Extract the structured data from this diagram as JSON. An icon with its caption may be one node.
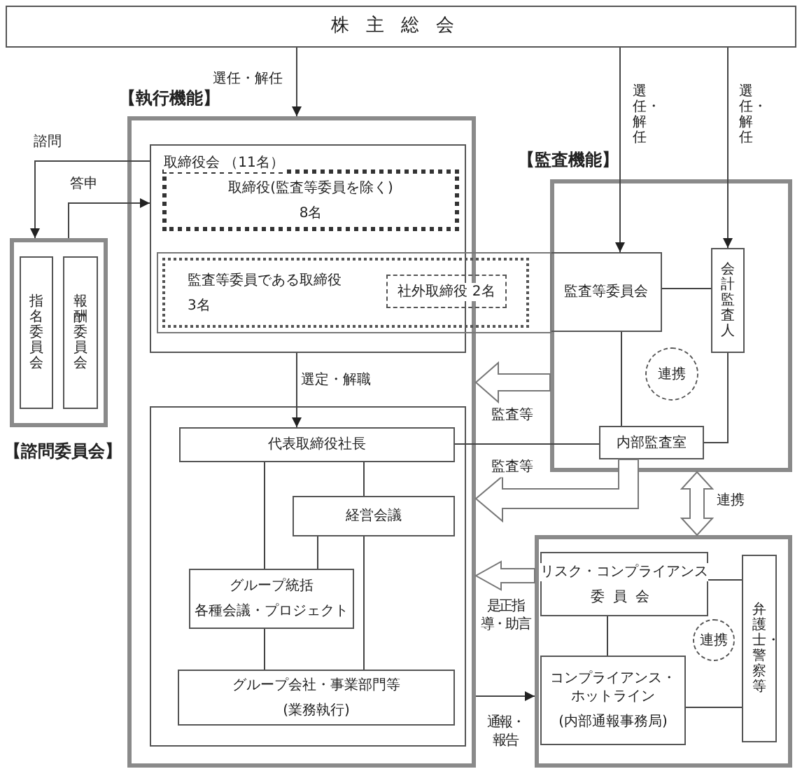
{
  "diagram": {
    "nodes": [
      {
        "text": [
          "株主総会"
        ]
      },
      {
        "text": [
          "【執行機能】"
        ]
      },
      {
        "text": [
          "取締役会 （11名）"
        ],
        "in": 1
      },
      {
        "text": [
          "取締役(監査等委員を除く)",
          "8名"
        ],
        "in": 2
      },
      {
        "text": [
          "監査等委員である取締役",
          "3名"
        ]
      },
      {
        "text": [
          "社外取締役 2名"
        ],
        "in": 4
      },
      {
        "text": [
          "【諮問委員会】"
        ]
      },
      {
        "text": [
          "指名委員会"
        ],
        "in": 6
      },
      {
        "text": [
          "報酬委員会"
        ],
        "in": 6
      },
      {
        "text": [],
        "shape": "box",
        "in": 1
      },
      {
        "text": [
          "代表取締役社長"
        ],
        "in": 9
      },
      {
        "text": [
          "経営会議"
        ],
        "in": 9
      },
      {
        "text": [
          "グループ統括",
          "各種会議・プロジェクト"
        ],
        "in": 9
      },
      {
        "text": [
          "グループ会社・事業部門等",
          "(業務執行)"
        ],
        "in": 9
      },
      {
        "text": [
          "【監査機能】"
        ]
      },
      {
        "text": [
          "監査等委員会"
        ],
        "in": 14
      },
      {
        "text": [
          "会計監査人"
        ],
        "in": 14
      },
      {
        "text": [
          "連携"
        ],
        "in": 14
      },
      {
        "text": [
          "内部監査室"
        ],
        "in": 14
      },
      {
        "text": [],
        "shape": "box"
      },
      {
        "text": [
          "リスク・コンプライアンス",
          "委員会"
        ],
        "in": 19
      },
      {
        "text": [
          "コンプライアンス・ホットライン",
          "(内部通報事務局)"
        ],
        "in": 19
      },
      {
        "text": [
          "連携"
        ],
        "in": 19
      },
      {
        "text": [
          "弁護士・警察等"
        ],
        "in": 19
      }
    ],
    "edges": [
      {
        "from": 0,
        "to": 1,
        "arrow": "to",
        "label": "選任・解任"
      },
      {
        "from": 0,
        "to": 15,
        "arrow": "to",
        "label": "選任・解任"
      },
      {
        "from": 0,
        "to": 16,
        "arrow": "to",
        "label": "選任・解任"
      },
      {
        "from": 2,
        "to": 6,
        "arrow": "to",
        "label": "諮問"
      },
      {
        "from": 6,
        "to": 2,
        "arrow": "to",
        "label": "答申"
      },
      {
        "from": 2,
        "to": 10,
        "arrow": "to",
        "label": "選定・解職"
      },
      {
        "from": 10,
        "to": 12,
        "arrow": "none"
      },
      {
        "from": 10,
        "to": 11,
        "arrow": "none"
      },
      {
        "from": 11,
        "to": 12,
        "arrow": "none"
      },
      {
        "from": 11,
        "to": 13,
        "arrow": "none"
      },
      {
        "from": 12,
        "to": 13,
        "arrow": "none"
      },
      {
        "from": 15,
        "to": 16,
        "arrow": "none"
      },
      {
        "from": 15,
        "to": 18,
        "arrow": "none"
      },
      {
        "from": 16,
        "to": 18,
        "arrow": "none"
      },
      {
        "from": 18,
        "to": 10,
        "arrow": "none"
      },
      {
        "from": 14,
        "to": 1,
        "arrow": "to",
        "style": "thick",
        "label": "監査等"
      },
      {
        "from": 18,
        "to": 1,
        "arrow": "to",
        "style": "thick",
        "label": "監査等"
      },
      {
        "from": 14,
        "to": 19,
        "arrow": "both",
        "style": "thick",
        "label": "連携"
      },
      {
        "from": 19,
        "to": 1,
        "arrow": "to",
        "style": "thick",
        "label": "是正指導・助言"
      },
      {
        "from": 1,
        "to": 19,
        "arrow": "to",
        "label": "通報・報告"
      },
      {
        "from": 20,
        "to": 23,
        "arrow": "none"
      },
      {
        "from": 21,
        "to": 23,
        "arrow": "none"
      },
      {
        "from": 20,
        "to": 21,
        "arrow": "none"
      }
    ]
  }
}
